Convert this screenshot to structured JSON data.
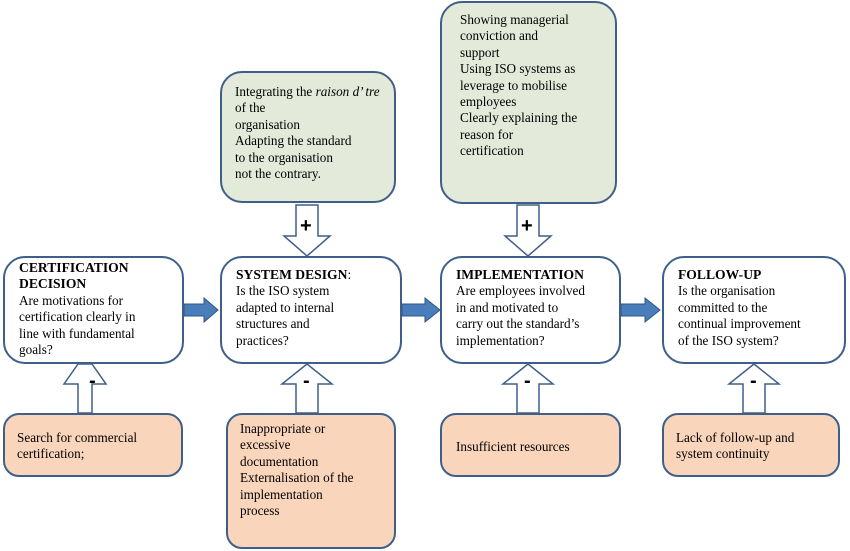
{
  "main": [
    {
      "heading": [
        "CERTIFICATION",
        "DECISION"
      ],
      "heading_suffix": "",
      "body": [
        "Are motivations for",
        "certification clearly in",
        "line with fundamental",
        "goals?"
      ]
    },
    {
      "heading": [
        "SYSTEM DESIGN"
      ],
      "heading_suffix": ":",
      "body": [
        "Is the ISO system",
        "adapted to internal",
        "structures and",
        "practices?"
      ]
    },
    {
      "heading": [
        "IMPLEMENTATION"
      ],
      "heading_suffix": "",
      "body": [
        "Are employees involved",
        "in and motivated to",
        "carry out the standard’s",
        "implementation?"
      ]
    },
    {
      "heading": [
        "FOLLOW-UP"
      ],
      "heading_suffix": "",
      "body": [
        "Is the organisation",
        "committed to the",
        "continual improvement",
        "of the ISO system?"
      ]
    }
  ],
  "positive": [
    {
      "lines": [
        "Integrating the ",
        "raison d’ tre",
        " of the",
        "organisation",
        "Adapting the standard",
        "to the organisation",
        "not the contrary."
      ]
    },
    {
      "lines": [
        "Showing managerial",
        "conviction and",
        "support",
        "Using ISO systems as",
        "leverage to mobilise",
        "employees",
        "Clearly explaining the",
        "reason for",
        "certification"
      ]
    }
  ],
  "negative": [
    {
      "lines": [
        "Search for commercial",
        "certification;"
      ]
    },
    {
      "lines": [
        "Inappropriate or",
        "excessive",
        "documentation",
        "Externalisation of the",
        "implementation",
        "process"
      ]
    },
    {
      "lines": [
        "Insufficient resources"
      ]
    },
    {
      "lines": [
        "Lack of follow-up and",
        "system continuity"
      ]
    }
  ],
  "signs": {
    "plus": "+",
    "minus": "-"
  },
  "colors": {
    "border": "#3f5f8a",
    "green_fill": "#e3ead9",
    "orange_fill": "#f9d5bc",
    "arrow_fill": "#4a7ebb"
  }
}
